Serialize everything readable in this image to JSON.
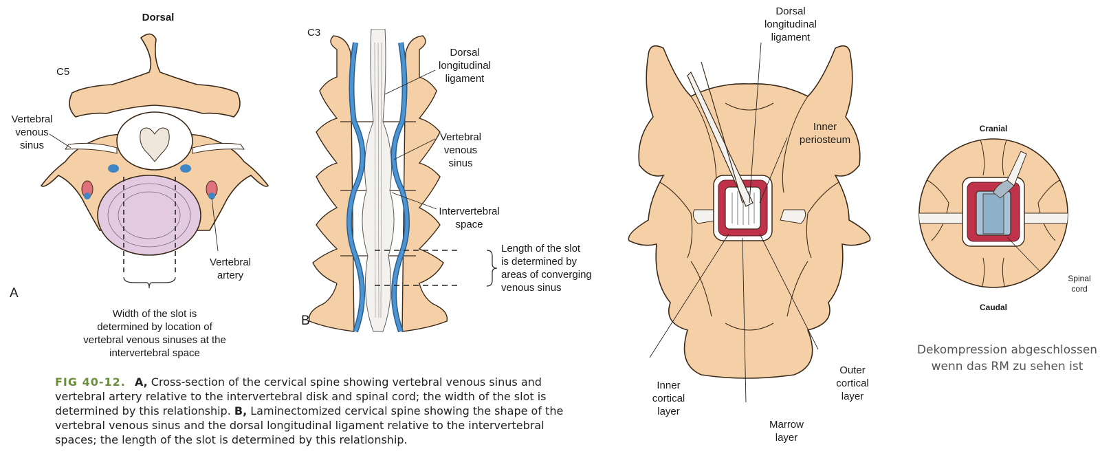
{
  "panel_a": {
    "title": "Dorsal",
    "level": "C5",
    "venous_sinus_label": "Vertebral\nvenous\nsinus",
    "artery_label": "Vertebral\nartery",
    "panel_letter": "A",
    "slot_width_note": "Width of the slot is\ndetermined by location of\nvertebral venous sinuses at the\nintervertebral space"
  },
  "panel_b": {
    "level": "C3",
    "ligament_label": "Dorsal\nlongitudinal\nligament",
    "venous_sinus_label": "Vertebral\nvenous\nsinus",
    "intervertebral_label": "Intervertebral\nspace",
    "slot_length_note": "Length of the slot\nis determined by\nareas of converging\nvenous sinus",
    "panel_letter": "B"
  },
  "caption": {
    "fig_number": "FIG 40-12.",
    "part_a_lead": "A,",
    "part_a_text": "Cross-section of the cervical spine showing vertebral venous sinus and vertebral artery relative to the intervertebral disk and spinal cord; the width of the slot is determined by this relationship.",
    "part_b_lead": "B,",
    "part_b_text": "Laminectomized cervical spine showing the shape of the vertebral venous sinus and the dorsal longitudinal ligament relative to the intervertebral spaces; the length of the slot is determined by this relationship."
  },
  "panel_c": {
    "ligament_label": "Dorsal\nlongitudinal\nligament",
    "periosteum_label": "Inner\nperiosteum",
    "inner_cortical_label": "Inner\ncortical\nlayer",
    "marrow_label": "Marrow\nlayer",
    "outer_cortical_label": "Outer\ncortical\nlayer"
  },
  "inset": {
    "cranial_label": "Cranial",
    "caudal_label": "Caudal",
    "spinal_cord_label": "Spinal\ncord"
  },
  "note": "Dekompression abgeschlossen\nwenn das RM zu sehen ist",
  "colors": {
    "bone": "#f5cfa6",
    "bone_outline": "#3a2a1a",
    "venous_sinus": "#3f86c4",
    "artery": "#e0707c",
    "disk": "#e2cbe0",
    "marrow": "#c0324a",
    "caption_accent": "#6a8e3a"
  }
}
